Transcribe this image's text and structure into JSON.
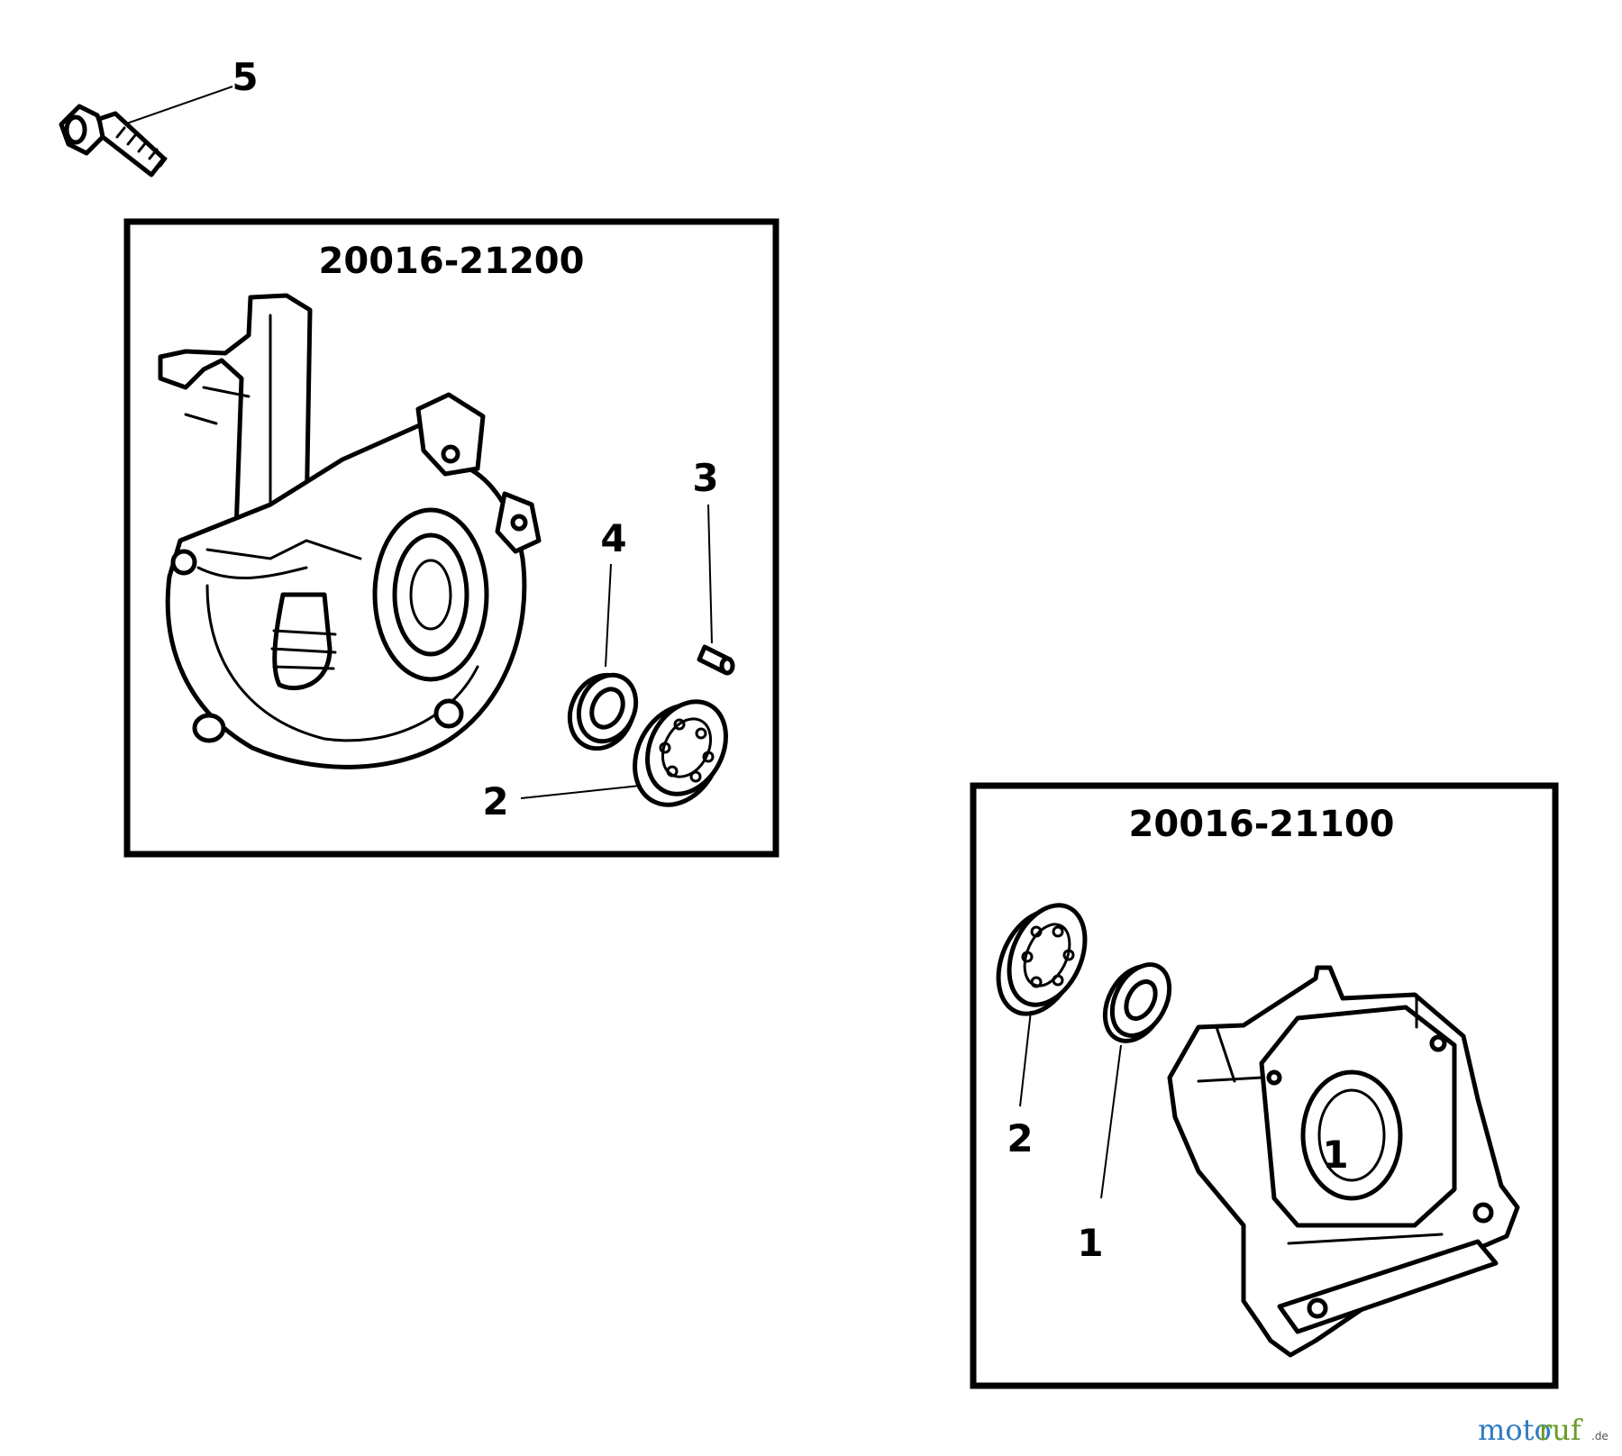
{
  "callouts": {
    "bolt": "5",
    "kit_a_pin": "3",
    "kit_a_seal": "4",
    "kit_a_bearing": "2",
    "kit_b_bearing": "2",
    "kit_b_seal": "1",
    "kit_b_inner": "1"
  },
  "kits": [
    {
      "part_number": "20016-21200"
    },
    {
      "part_number": "20016-21100"
    }
  ],
  "watermark": {
    "moto": "moto",
    "ruf": "ruf",
    "de": ".de"
  }
}
